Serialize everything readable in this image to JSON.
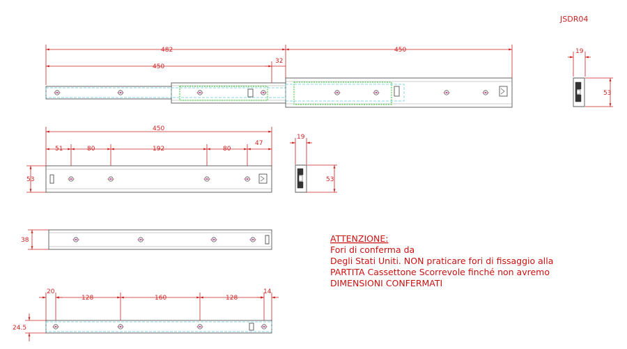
{
  "drawing_code": "JSDR04",
  "view1": {
    "dims": [
      "482",
      "450",
      "450",
      "32"
    ]
  },
  "end_view1": {
    "dims": [
      "19",
      "53"
    ]
  },
  "view2": {
    "dims": [
      "450",
      "51",
      "80",
      "192",
      "80",
      "47",
      "53"
    ]
  },
  "end_view2": {
    "dims": [
      "19",
      "53"
    ]
  },
  "view3": {
    "dims": [
      "38"
    ]
  },
  "view4": {
    "dims": [
      "20",
      "128",
      "160",
      "128",
      "14",
      "24.5"
    ]
  },
  "note": {
    "title": "ATTENZIONE:",
    "lines": [
      "Fori di conferma da",
      "Degli Stati Uniti. NON praticare fori di fissaggio alla",
      "PARTITA Cassettone Scorrevole finché non avremo",
      "DIMENSIONI CONFERMATI"
    ]
  },
  "colors": {
    "dimension": "#cc2222",
    "outline": "#555555",
    "hidden": "#5fc7d6",
    "ball_cage": "#28c828"
  }
}
